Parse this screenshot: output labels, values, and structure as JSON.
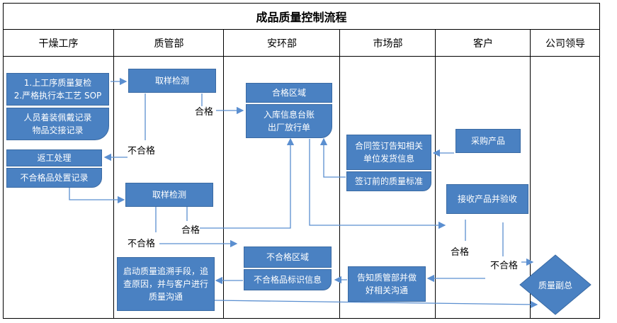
{
  "title": "成品质量控制流程",
  "columns": [
    "干燥工序",
    "质管部",
    "安环部",
    "市场部",
    "客户",
    "公司领导"
  ],
  "boxes": {
    "dry_steps": "1.上工序质量复检\n2.严格执行本工艺 SOP",
    "dry_records": "人员着装佩戴记录\n物品交接记录",
    "rework": "返工处理",
    "nonconform_record": "不合格品处置记录",
    "sample_test_1": "取样检测",
    "sample_test_2": "取样检测",
    "trace_quality": "启动质量追溯手段，追\n查原因，并与客户进行\n质量沟通",
    "qualified_area": "合格区域",
    "storage_ledger": "入库信息台账\n出厂放行单",
    "nonconform_area": "不合格区域",
    "nonconform_label": "不合格品标识信息",
    "contract_notice": "合同签订告知相关\n单位发货信息",
    "presign_standard": "签订前的质量标准",
    "notify_qa": "告知质管部并做\n好相关沟通",
    "purchase": "采购产品",
    "receive_accept": "接收产品并验收",
    "vice_president": "质量副总"
  },
  "labels": {
    "pass_1": "合格",
    "fail_1": "不合格",
    "pass_2": "合格",
    "fail_2": "不合格",
    "pass_3": "合格",
    "fail_3": "不合格"
  },
  "colors": {
    "box_fill": "#4a81c2",
    "arrow": "#5b8fd0"
  }
}
